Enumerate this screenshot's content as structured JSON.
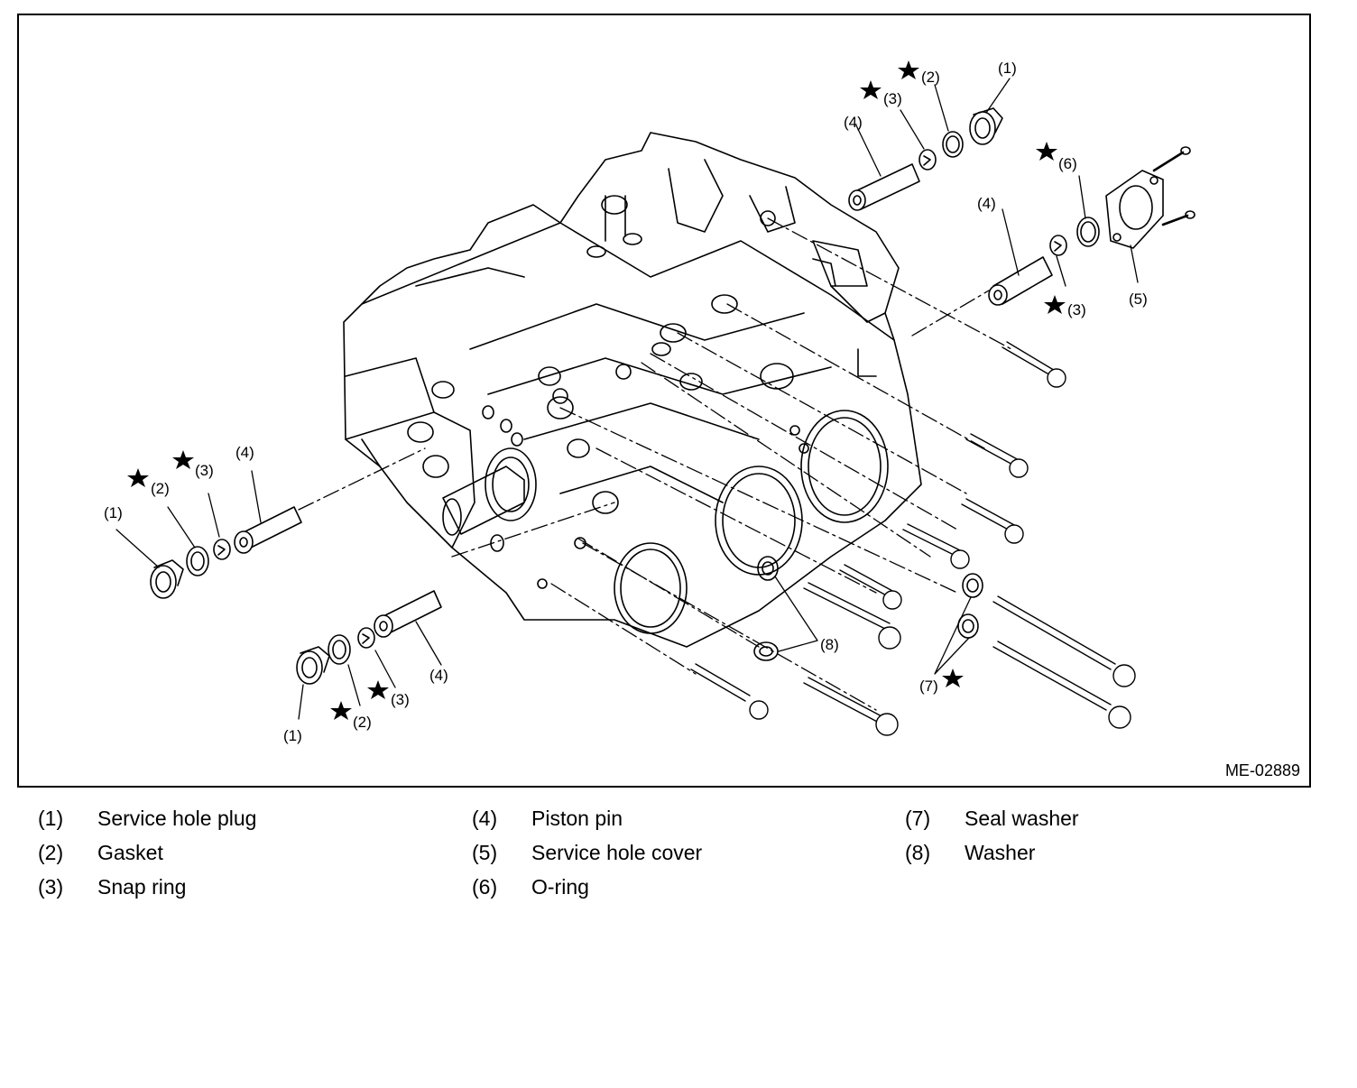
{
  "figure": {
    "code": "ME-02889",
    "callouts": {
      "c1": "(1)",
      "c2": "(2)",
      "c3": "(3)",
      "c4": "(4)",
      "c5": "(5)",
      "c6": "(6)",
      "c7": "(7)",
      "c8": "(8)"
    }
  },
  "legend": {
    "items": [
      {
        "num": "(1)",
        "name": "Service hole plug"
      },
      {
        "num": "(2)",
        "name": "Gasket"
      },
      {
        "num": "(3)",
        "name": "Snap ring"
      },
      {
        "num": "(4)",
        "name": "Piston pin"
      },
      {
        "num": "(5)",
        "name": "Service hole cover"
      },
      {
        "num": "(6)",
        "name": "O-ring"
      },
      {
        "num": "(7)",
        "name": "Seal washer"
      },
      {
        "num": "(8)",
        "name": "Washer"
      }
    ]
  }
}
